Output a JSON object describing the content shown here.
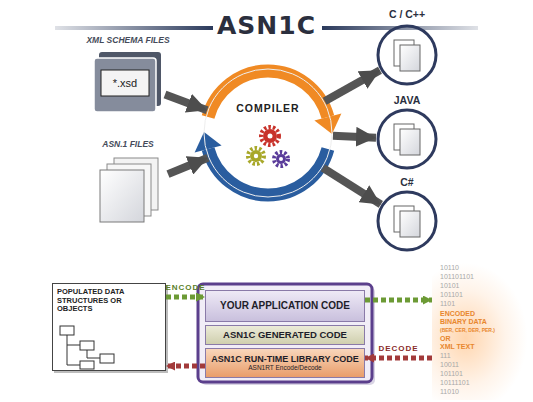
{
  "diagram": {
    "title": "ASN1C",
    "nodes": [
      {
        "text": [
          "XML SCHEMA FILES",
          "*.xsd"
        ]
      },
      {
        "text": [
          "ASN.1 FILES"
        ]
      },
      {
        "text": [
          "COMPILER"
        ]
      },
      {
        "text": [
          "C / C++"
        ]
      },
      {
        "text": [
          "JAVA"
        ]
      },
      {
        "text": [
          "C#"
        ]
      },
      {
        "text": [
          "POPULATED DATA STRUCTURES OR OBJECTS"
        ]
      },
      {
        "text": [
          "YOUR APPLICATION CODE"
        ]
      },
      {
        "text": [
          "ASN1C GENERATED CODE"
        ]
      },
      {
        "text": [
          "ASN1C RUN-TIME LIBRARY CODE",
          "ASN1RT Encode/Decode"
        ]
      },
      {
        "text": [
          "ENCODED BINARY DATA",
          "(BER, CER, DER, PER.)",
          "OR",
          "XML TEXT"
        ]
      }
    ],
    "edges": [
      {
        "from": 0,
        "to": 2,
        "arrow": "to"
      },
      {
        "from": 1,
        "to": 2,
        "arrow": "to"
      },
      {
        "from": 2,
        "to": 3,
        "arrow": "to"
      },
      {
        "from": 2,
        "to": 4,
        "arrow": "to"
      },
      {
        "from": 2,
        "to": 5,
        "arrow": "to"
      },
      {
        "from": 6,
        "to": 7,
        "label": "ENCODE",
        "arrow": "to"
      },
      {
        "from": 7,
        "to": 10,
        "arrow": "to"
      },
      {
        "from": 10,
        "to": 9,
        "label": "DECODE",
        "arrow": "to"
      },
      {
        "from": 9,
        "to": 6,
        "arrow": "to"
      }
    ],
    "labels": [
      "10110",
      "101101101",
      "10101",
      "101101",
      "1101",
      "111",
      "10011",
      "101101",
      "10111101",
      "11010"
    ]
  }
}
